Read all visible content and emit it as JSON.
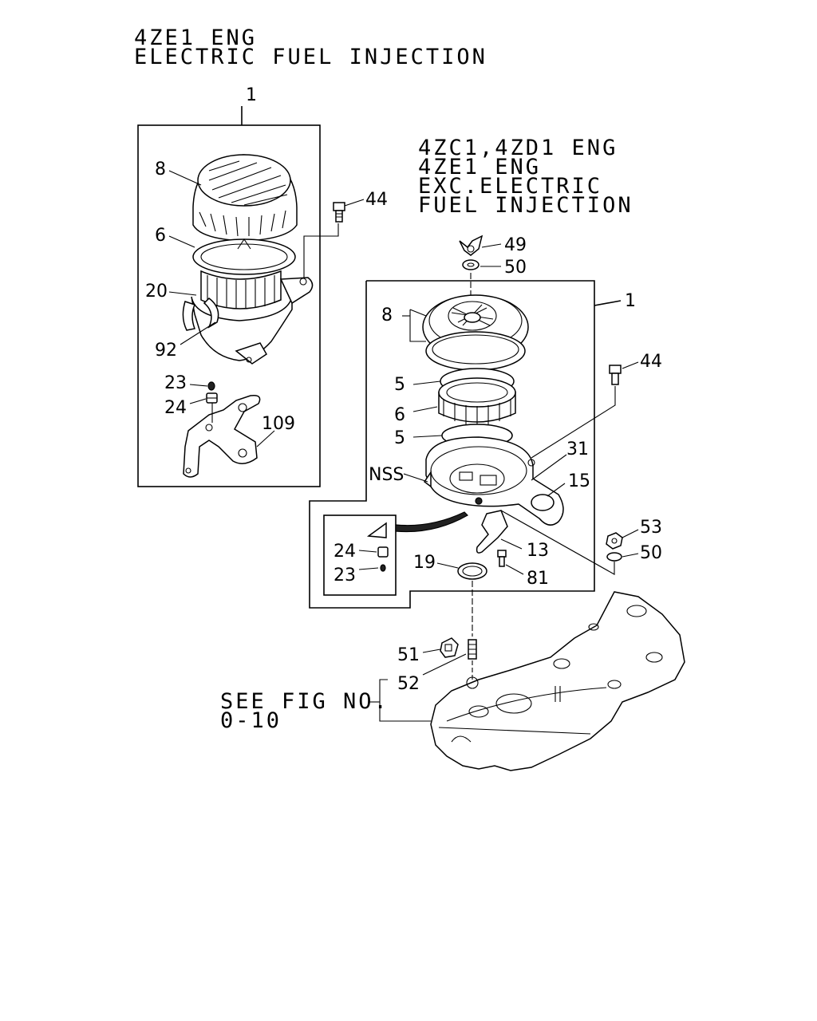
{
  "headings": {
    "top_left": [
      "4ZE1 ENG",
      "ELECTRIC FUEL INJECTION"
    ],
    "right": [
      "4ZC1,4ZD1 ENG",
      "4ZE1 ENG",
      "EXC.ELECTRIC",
      "FUEL INJECTION"
    ],
    "see_fig": [
      "SEE FIG NO.",
      "0-10"
    ]
  },
  "callouts": {
    "left": {
      "assembly": "1",
      "p8": "8",
      "p6": "6",
      "p20": "20",
      "p92": "92",
      "p44": "44",
      "p23": "23",
      "p24": "24",
      "p109": "109"
    },
    "right": {
      "p49": "49",
      "p50a": "50",
      "assembly": "1",
      "p8": "8",
      "p44": "44",
      "p5a": "5",
      "p6": "6",
      "p5b": "5",
      "p31": "31",
      "nss": "NSS",
      "p15": "15",
      "p24": "24",
      "p23": "23",
      "p13": "13",
      "p53": "53",
      "p50b": "50",
      "p19": "19",
      "p81": "81",
      "p51": "51",
      "p52": "52"
    }
  }
}
